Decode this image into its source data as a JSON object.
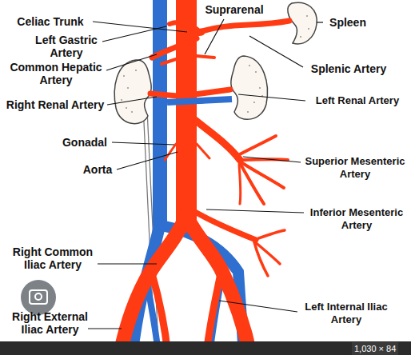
{
  "diagram": {
    "labels": [
      "Celiac Trunk",
      "Left Gastric Artery",
      "Common Hepatic Artery",
      "Right Renal Artery",
      "Gonadal",
      "Aorta",
      "Right Common Iliac Artery",
      "Right External Iliac Artery",
      "Suprarenal",
      "Spleen",
      "Splenic Artery",
      "Left Renal Artery",
      "Superior Mesenteric Artery",
      "Inferior Mesenteric Artery",
      "Left Internal Iliac Artery",
      "1,030 × 84"
    ]
  }
}
